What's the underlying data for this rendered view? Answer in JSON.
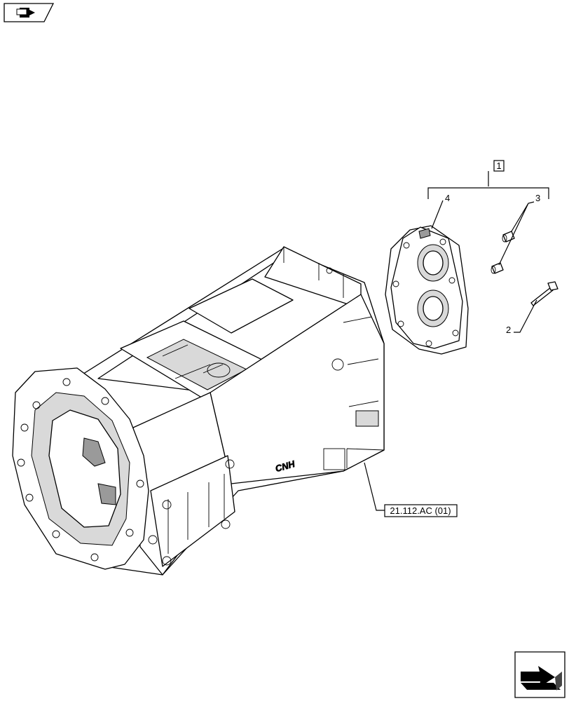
{
  "callouts": {
    "item_1": "1",
    "item_2": "2",
    "item_3": "3",
    "item_4": "4",
    "reference": "21.112.AC (01)",
    "housing_logo": "CNH"
  },
  "icons": {
    "top_left": "previous-page-icon",
    "bottom_right": "next-page-icon"
  }
}
